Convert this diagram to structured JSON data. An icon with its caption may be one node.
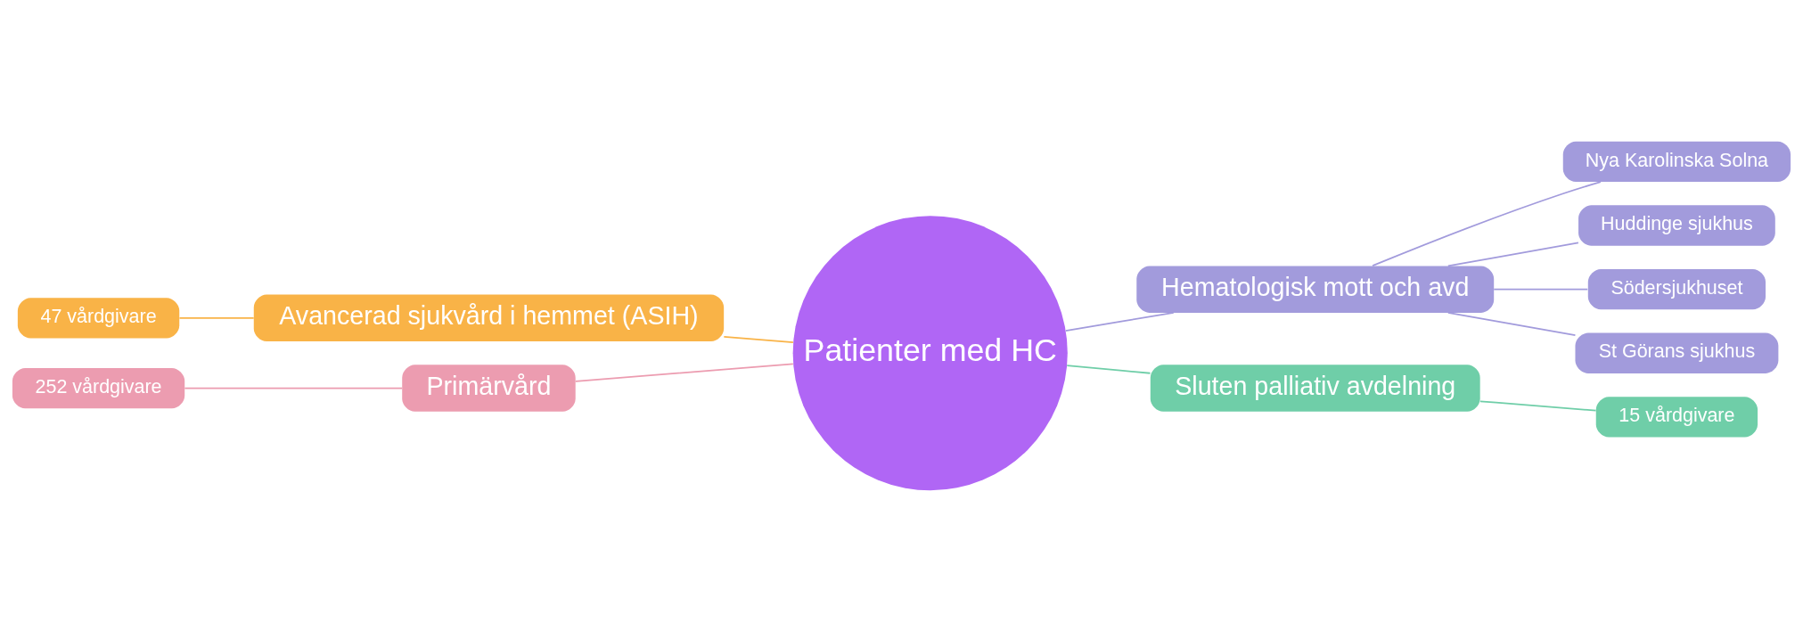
{
  "diagram": {
    "nodes": [
      {
        "text": [
          "Patienter med HC"
        ]
      },
      {
        "text": [
          "Avancerad sjukvård i hemmet (ASIH)"
        ]
      },
      {
        "text": [
          "47 vårdgivare"
        ]
      },
      {
        "text": [
          "Hematologisk mott och avd"
        ]
      },
      {
        "text": [
          "Nya Karolinska Solna"
        ]
      },
      {
        "text": [
          "Huddinge sjukhus"
        ]
      },
      {
        "text": [
          "Södersjukhuset"
        ]
      },
      {
        "text": [
          "St Görans sjukhus"
        ]
      },
      {
        "text": [
          "Primärvård"
        ]
      },
      {
        "text": [
          "252 vårdgivare"
        ]
      },
      {
        "text": [
          "Sluten palliativ avdelning"
        ]
      },
      {
        "text": [
          "15 vårdgivare"
        ]
      }
    ],
    "edges": [
      {
        "from": 0,
        "to": 1,
        "arrow": "none",
        "color": "#f9b347"
      },
      {
        "from": 1,
        "to": 2,
        "arrow": "none",
        "color": "#f9b347"
      },
      {
        "from": 0,
        "to": 3,
        "arrow": "none"
      },
      {
        "from": 3,
        "to": 4,
        "arrow": "none"
      },
      {
        "from": 3,
        "to": 5,
        "arrow": "none"
      },
      {
        "from": 3,
        "to": 6,
        "arrow": "none"
      },
      {
        "from": 3,
        "to": 7,
        "arrow": "none"
      },
      {
        "from": 0,
        "to": 8,
        "arrow": "none",
        "color": "#ec9cb0"
      },
      {
        "from": 8,
        "to": 9,
        "arrow": "none",
        "color": "#ec9cb0"
      },
      {
        "from": 0,
        "to": 10,
        "arrow": "none",
        "color": "#6fcea8"
      },
      {
        "from": 10,
        "to": 11,
        "arrow": "none",
        "color": "#6fcea8"
      }
    ]
  }
}
